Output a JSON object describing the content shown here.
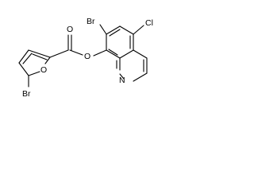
{
  "molecule": {
    "atoms": {
      "br_top": "Br",
      "cl": "Cl",
      "o_carbonyl": "O",
      "o_ester": "O",
      "o_furan": "O",
      "br_bottom": "Br",
      "n_quinoline": "N"
    },
    "bond_color": "#000000"
  }
}
